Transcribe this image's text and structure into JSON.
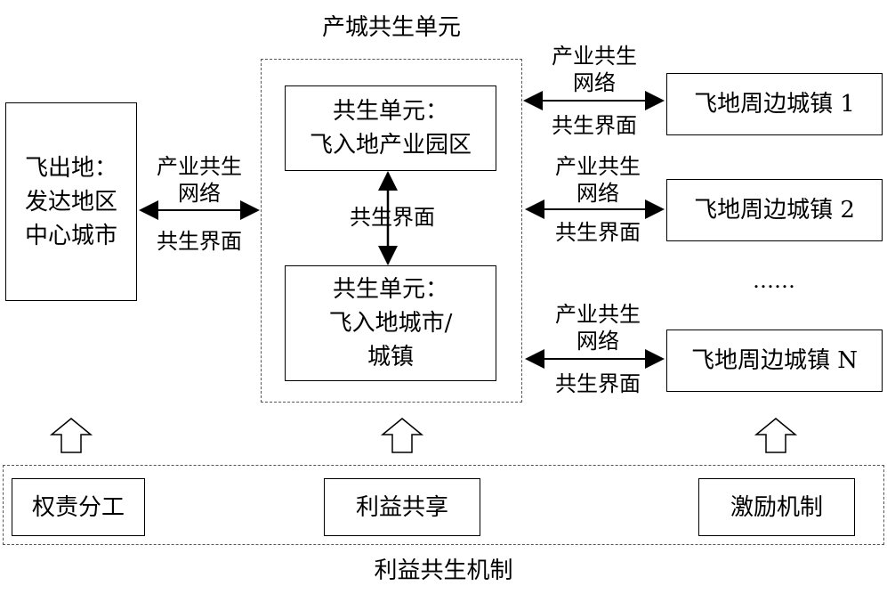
{
  "cluster_title": "产城共生单元",
  "bottom_title": "利益共生机制",
  "fly_out": {
    "line1": "飞出地：",
    "line2": "发达地区",
    "line3": "中心城市"
  },
  "unit_park": {
    "line1": "共生单元：",
    "line2": "飞入地产业园区"
  },
  "unit_city": {
    "line1": "共生单元：",
    "line2": "飞入地城市/",
    "line3": "城镇"
  },
  "interface_vertical": "共生界面",
  "link_left": {
    "top1": "产业共生",
    "top2": "网络",
    "bottom": "共生界面"
  },
  "link_right": [
    {
      "top1": "产业共生",
      "top2": "网络",
      "bottom": "共生界面"
    },
    {
      "top1": "产业共生",
      "top2": "网络",
      "bottom": "共生界面"
    },
    {
      "top1": "产业共生",
      "top2": "网络",
      "bottom": "共生界面"
    }
  ],
  "towns": [
    "飞地周边城镇 1",
    "飞地周边城镇 2",
    "飞地周边城镇 N"
  ],
  "ellipsis": "……",
  "mechanisms": [
    "权责分工",
    "利益共享",
    "激励机制"
  ]
}
